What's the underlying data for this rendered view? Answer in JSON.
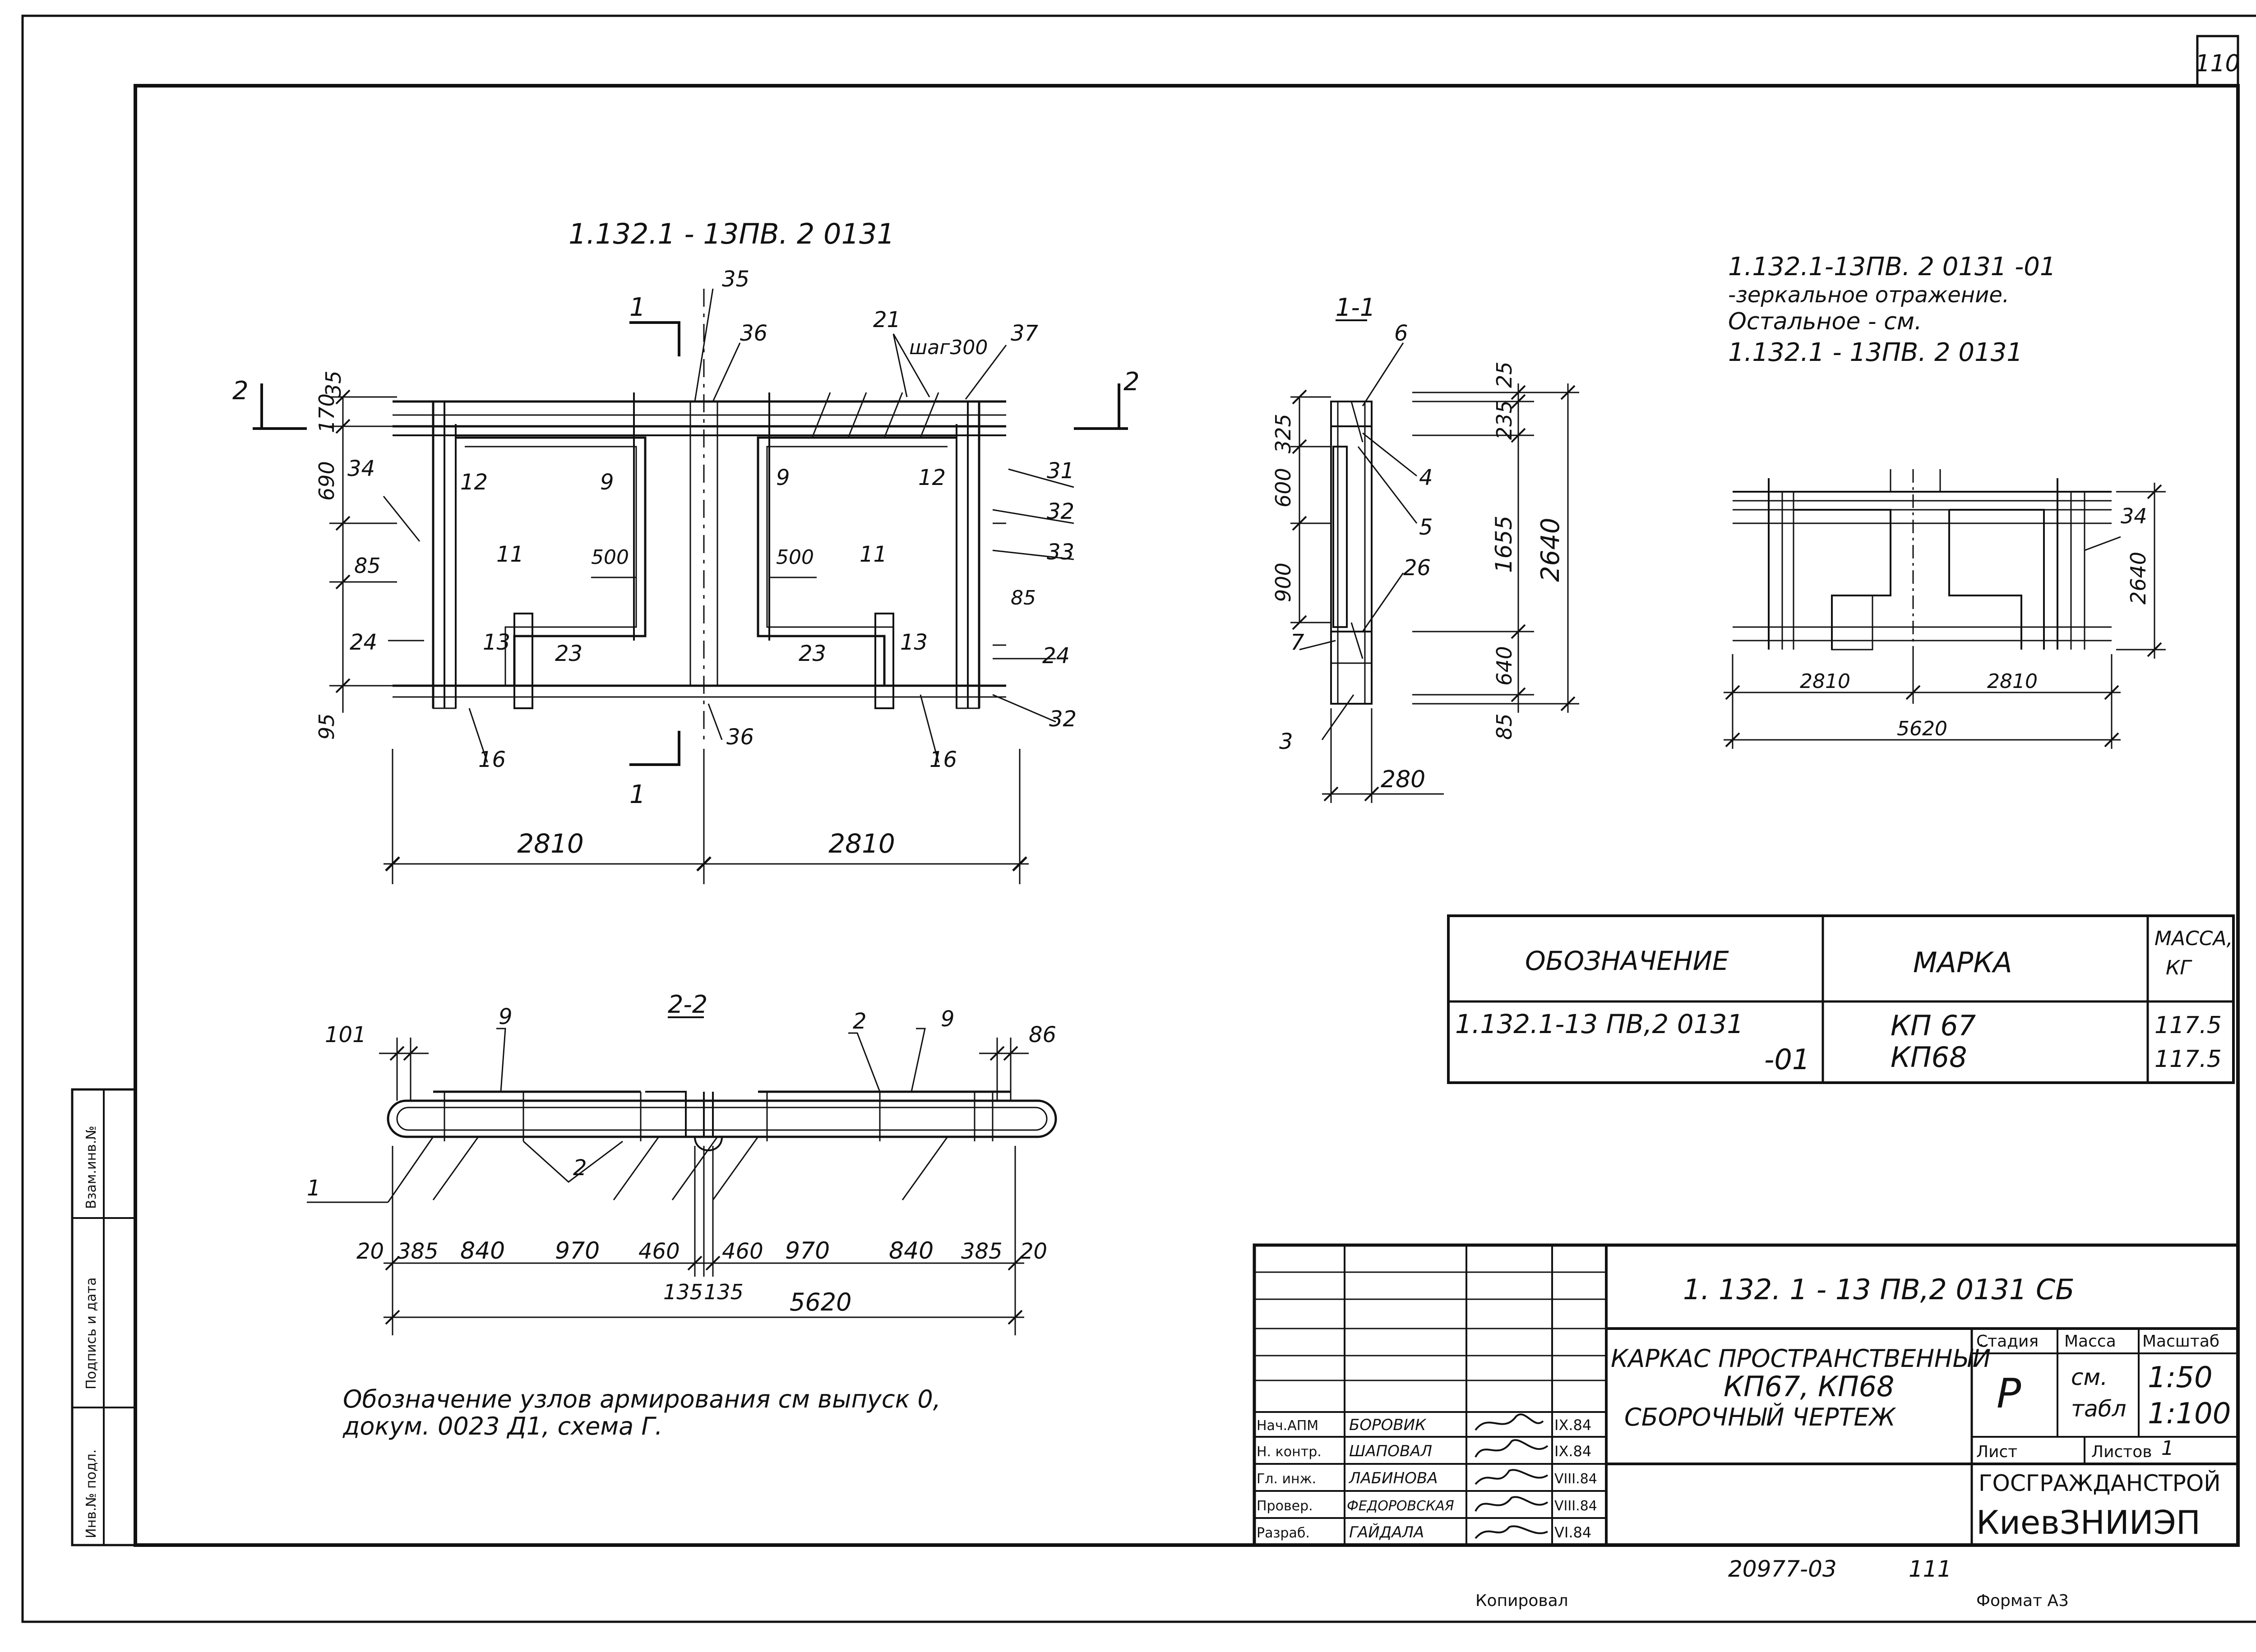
{
  "sheet": {
    "page_number": "110",
    "archive_number": "20977-03",
    "archive_page": "111",
    "copied_label": "Копировал",
    "format_label": "Формат А3"
  },
  "left_strip": {
    "inv_sub": "Инв.№ подл.",
    "sign_date": "Подпись и дата",
    "inv_replace": "Взам.инв.№"
  },
  "main_view": {
    "title": "1.132.1 - 13ПВ. 2  0131",
    "dims": {
      "d2810a": "2810",
      "d2810b": "2810",
      "v35": "35",
      "v170": "170",
      "v690": "690",
      "v85": "85",
      "v95": "95",
      "d500a": "500",
      "d500b": "500",
      "d85r": "85"
    },
    "cut_marks": {
      "top1": "1",
      "bottom1": "1",
      "left2": "2",
      "right2": "2"
    },
    "callouts": [
      "35",
      "36",
      "21",
      "шаг300",
      "37",
      "34",
      "12",
      "9",
      "9",
      "12",
      "31",
      "32",
      "33",
      "11",
      "500",
      "500",
      "11",
      "85",
      "24",
      "13",
      "23",
      "23",
      "13",
      "24",
      "32",
      "16",
      "36",
      "16"
    ],
    "callout_step": "шаг300"
  },
  "section_1_1": {
    "title": "1-1",
    "dims_left": {
      "v325": "325",
      "v600": "600",
      "v900": "900"
    },
    "dims_right": {
      "v25": "25",
      "v235": "235",
      "v1655": "1655",
      "v640": "640",
      "v85": "85",
      "v2640": "2640"
    },
    "bottom_dim": "280",
    "callouts": {
      "c6": "6",
      "c4": "4",
      "c5": "5",
      "c26": "26",
      "c7": "7",
      "c3": "3"
    }
  },
  "mirror_note": {
    "line1": "1.132.1-13ПВ. 2  0131 -01",
    "line2": "-зеркальное отражение.",
    "line3": "Остальное - см.",
    "line4": "1.132.1 - 13ПВ. 2  0131"
  },
  "small_view": {
    "callout": "34",
    "dim_height": "2640",
    "dim_a": "2810",
    "dim_b": "2810",
    "dim_total": "5620"
  },
  "section_2_2": {
    "title": "2-2",
    "dims_top": {
      "d101": "101",
      "d86": "86"
    },
    "callouts": {
      "c9a": "9",
      "c2a": "2",
      "c9b": "9",
      "c1": "1",
      "c2b": "2"
    },
    "dims_bottom": [
      "20",
      "385",
      "840",
      "970",
      "460",
      "460",
      "970",
      "840",
      "385",
      "20"
    ],
    "dims_mid": {
      "a": "135",
      "b": "135"
    },
    "dim_total": "5620"
  },
  "spec_table": {
    "headers": {
      "designation": "ОБОЗНАЧЕНИЕ",
      "mark": "МАРКА",
      "mass": "МАССА,",
      "mass_unit": "КГ"
    },
    "rows": [
      {
        "designation": "1.132.1-13 ПВ,2  0131",
        "mark": "КП 67",
        "mass": "117.5"
      },
      {
        "designation": "-01",
        "mark": "КП68",
        "mass": "117.5"
      }
    ]
  },
  "note": {
    "line1": "Обозначение  узлов армирования  см выпуск 0,",
    "line2": "докум. 0023 Д1, схема  Г."
  },
  "title_block": {
    "doc_code": "1. 132. 1 - 13 ПВ,2  0131  СБ",
    "name_line1": "КАРКАС  ПРОСТРАНСТВЕННЫЙ",
    "name_line2": "КП67, КП68",
    "name_line3": "СБОРОЧНЫЙ  ЧЕРТЕЖ",
    "stage_label": "Стадия",
    "mass_label": "Масса",
    "scale_label": "Масштаб",
    "stage_value": "Р",
    "mass_value1": "см.",
    "mass_value2": "табл",
    "scale_value1": "1:50",
    "scale_value2": "1:100",
    "sheet_label": "Лист",
    "sheets_label": "Листов",
    "sheets_value": "1",
    "org_line1": "ГОСГРАЖДАНСТРОЙ",
    "org_line2": "КиевЗНИИЭП",
    "staff": [
      {
        "role": "Нач.АПМ",
        "name": "БОРОВИК",
        "date": "IX.84"
      },
      {
        "role": "Н. контр.",
        "name": "ШАПОВАЛ",
        "date": "IX.84"
      },
      {
        "role": "Гл. инж.",
        "name": "ЛАБИНОВА",
        "date": "VIII.84"
      },
      {
        "role": "Провер.",
        "name": "ФЕДОРОВСКАЯ",
        "date": "VIII.84"
      },
      {
        "role": "Разраб.",
        "name": "ГАЙДАЛА",
        "date": "VI.84"
      }
    ]
  }
}
